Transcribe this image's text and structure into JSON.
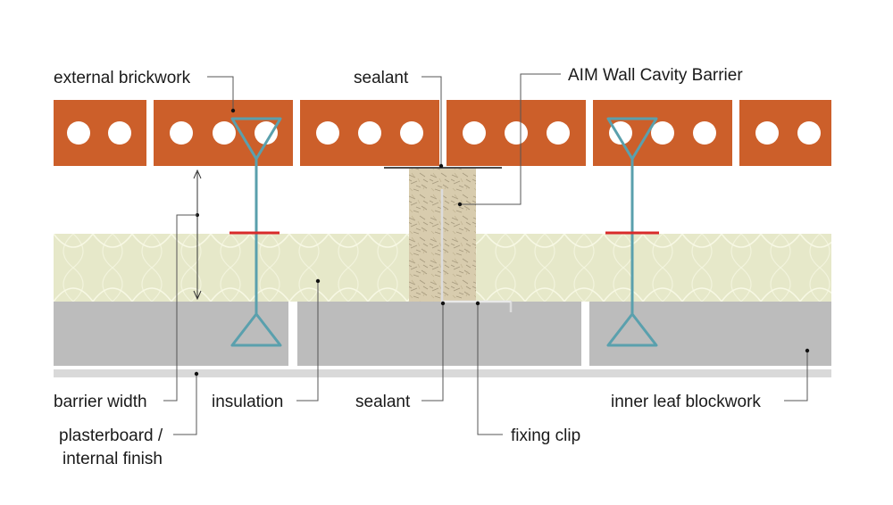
{
  "labels": {
    "external_brickwork": "external brickwork",
    "sealant_top": "sealant",
    "cavity_barrier": "AIM Wall Cavity Barrier",
    "barrier_width": "barrier width",
    "insulation": "insulation",
    "sealant_bottom": "sealant",
    "inner_leaf_blockwork": "inner leaf blockwork",
    "plasterboard_line1": "plasterboard /",
    "plasterboard_line2": "internal finish",
    "fixing_clip": "fixing clip"
  },
  "colors": {
    "brick": "#cc5f2a",
    "brick_hole": "#ffffff",
    "insulation": "#e6e8c9",
    "insulation_lines": "#f7f8e4",
    "blockwork": "#bcbcbc",
    "plasterboard": "#d9d9d9",
    "barrier": "#d8ccae",
    "wall_tie": "#5aa0ad",
    "tie_drip": "#d82a2a",
    "text": "#1a1a1a"
  },
  "icons": {
    "wall_tie": "wall-tie-icon",
    "drip_disc": "drip-disc-icon",
    "fixing_clip": "fixing-clip-icon"
  }
}
